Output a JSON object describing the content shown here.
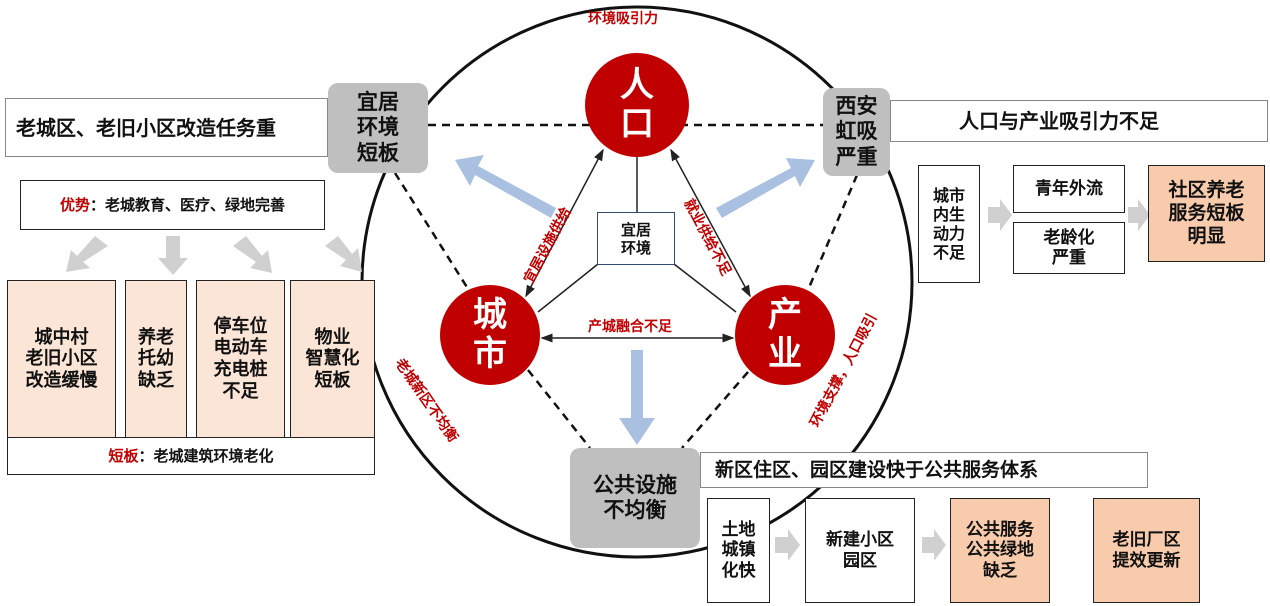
{
  "center": {
    "population": "人\n口",
    "city": "城\n市",
    "industry": "产\n业",
    "core": "宜居\n环境",
    "label_top": "环境吸引力",
    "label_left_arc": "老城新区不均衡",
    "label_right_arc": "环境支撑，人口吸引",
    "label_pop_city": "宜居设施供给",
    "label_pop_ind": "就业供给不足",
    "label_city_ind": "产城融合不足"
  },
  "nodes": {
    "livable": "宜居\n环境\n短板",
    "xian": "西安\n虹吸\n严重",
    "public": "公共设施\n不均衡"
  },
  "left": {
    "title": "老城区、老旧小区改造任务重",
    "adv_label": "优势",
    "adv_text": "：老城教育、医疗、绿地完善",
    "items": [
      "城中村\n老旧小区\n改造缓慢",
      "养老\n托幼\n缺乏",
      "停车位\n电动车\n充电桩\n不足",
      "物业\n智慧化\n短板"
    ],
    "weak_label": "短板",
    "weak_text": "：老城建筑环境老化"
  },
  "right": {
    "title": "人口与产业吸引力不足",
    "cause": "城市\n内生\n动力\n不足",
    "effects": [
      "青年外流",
      "老龄化\n严重"
    ],
    "result": "社区养老\n服务短板\n明显"
  },
  "bottom": {
    "title": "新区住区、园区建设快于公共服务体系",
    "steps": [
      "土地\n城镇\n化快",
      "新建小区\n园区",
      "公共服务\n公共绿地\n缺乏",
      "老旧厂区\n提效更新"
    ]
  },
  "colors": {
    "red": "#c00000",
    "gray": "#bfbfbf",
    "peach": "#fbe5d6",
    "orange": "#f8cbad",
    "blue_arrow": "#a9c0e0"
  }
}
